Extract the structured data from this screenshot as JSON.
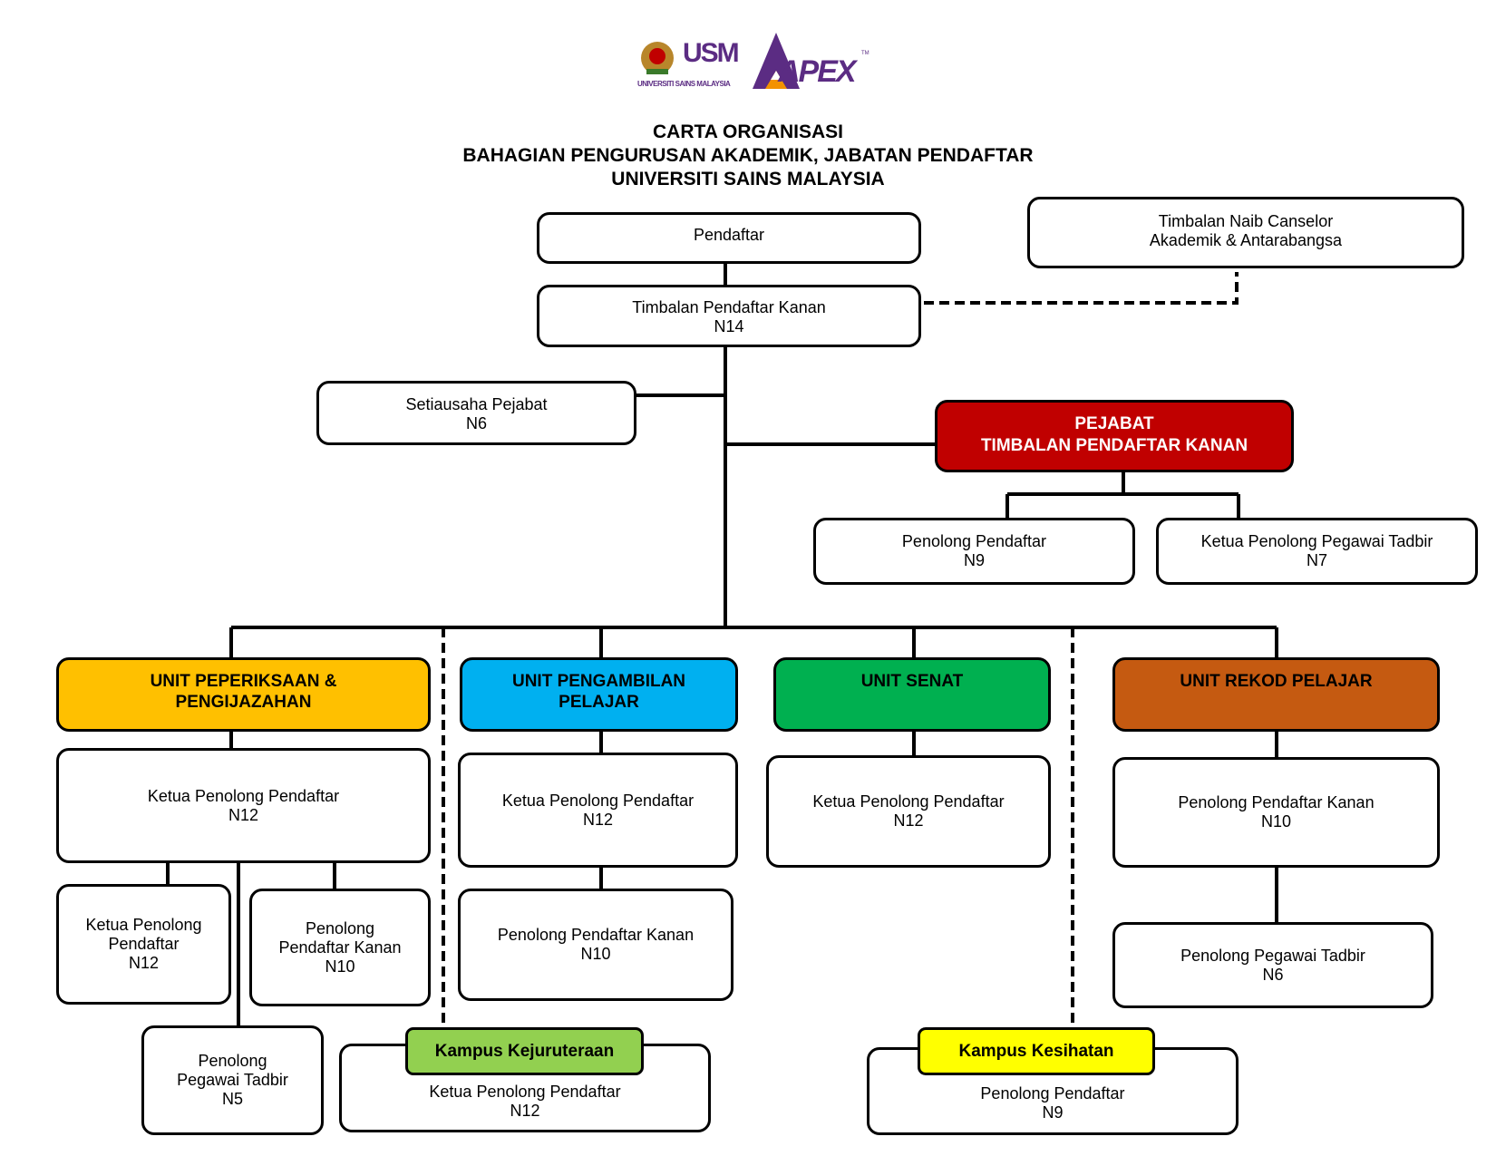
{
  "logos": {
    "usm": {
      "name": "USM",
      "subtitle": "UNIVERSITI SAINS MALAYSIA"
    },
    "apex": {
      "name": "APEX",
      "tm": "TM"
    }
  },
  "colors": {
    "usm_purple": "#5b2c83",
    "apex_orange": "#f39200",
    "unit_exam": "#ffc000",
    "unit_intake": "#00b0f0",
    "unit_senate": "#00b050",
    "unit_records": "#c55a11",
    "office_red": "#c00000",
    "campus_engineering": "#92d050",
    "campus_health": "#ffff00"
  },
  "header": {
    "line1": "CARTA ORGANISASI",
    "line2": "BAHAGIAN PENGURUSAN AKADEMIK, JABATAN PENDAFTAR",
    "line3": "UNIVERSITI SAINS MALAYSIA"
  },
  "nodes": {
    "pendaftar": {
      "title": "Pendaftar"
    },
    "tnc": {
      "title": "Timbalan Naib Canselor\nAkademik & Antarabangsa"
    },
    "tpk": {
      "title": "Timbalan Pendaftar Kanan",
      "grade": "N14"
    },
    "setiausaha": {
      "title": "Setiausaha Pejabat",
      "grade": "N6"
    },
    "pejabat": {
      "title": "PEJABAT\nTIMBALAN PENDAFTAR KANAN"
    },
    "pejabat_pp": {
      "title": "Penolong Pendaftar",
      "grade": "N9"
    },
    "pejabat_kppt": {
      "title": "Ketua Penolong Pegawai Tadbir",
      "grade": "N7"
    }
  },
  "units": [
    {
      "name": "UNIT PEPERIKSAAN &\nPENGIJAZAHAN",
      "head": {
        "title": "Ketua Penolong Pendaftar",
        "grade": "N12"
      },
      "staff": [
        {
          "title": "Ketua Penolong\nPendaftar",
          "grade": "N12"
        },
        {
          "title": "Penolong\nPendaftar Kanan",
          "grade": "N10"
        },
        {
          "title": "Penolong\nPegawai Tadbir",
          "grade": "N5"
        }
      ]
    },
    {
      "name": "UNIT PENGAMBILAN\nPELAJAR",
      "head": {
        "title": "Ketua Penolong Pendaftar",
        "grade": "N12"
      },
      "staff": [
        {
          "title": "Penolong Pendaftar Kanan",
          "grade": "N10"
        }
      ]
    },
    {
      "name": "UNIT SENAT",
      "head": {
        "title": "Ketua Penolong Pendaftar",
        "grade": "N12"
      },
      "staff": []
    },
    {
      "name": "UNIT REKOD PELAJAR",
      "head": {
        "title": "Penolong Pendaftar Kanan",
        "grade": "N10"
      },
      "staff": [
        {
          "title": "Penolong Pegawai Tadbir",
          "grade": "N6"
        }
      ]
    }
  ],
  "campuses": [
    {
      "name": "Kampus Kejuruteraan",
      "staff": {
        "title": "Ketua Penolong Pendaftar",
        "grade": "N12"
      }
    },
    {
      "name": "Kampus Kesihatan",
      "staff": {
        "title": "Penolong Pendaftar",
        "grade": "N9"
      }
    }
  ]
}
